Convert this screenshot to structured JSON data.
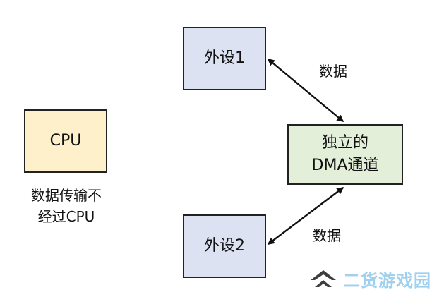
{
  "colors": {
    "cpu_fill": "#FDF0CA",
    "peripheral_fill": "#DCE2F1",
    "dma_fill": "#E3EFD9",
    "border": "#222222",
    "arrow": "#111111",
    "watermark_dark": "#3E3E3E",
    "watermark_light": "#9FD0EE"
  },
  "diagram": {
    "cpu": {
      "label": "CPU",
      "note_line1": "数据传输不",
      "note_line2": "经过CPU"
    },
    "peripheral_1": {
      "label": "外设1"
    },
    "peripheral_2": {
      "label": "外设2"
    },
    "dma_channel": {
      "line1": "独立的",
      "line2": "DMA通道"
    },
    "edges": [
      {
        "from": "peripheral_1",
        "to": "dma_channel",
        "label": "数据",
        "direction": "bidirectional"
      },
      {
        "from": "peripheral_2",
        "to": "dma_channel",
        "label": "数据",
        "direction": "bidirectional"
      }
    ]
  },
  "watermark": {
    "text": "二货游戏园",
    "icon": "chevron-stack-icon"
  }
}
